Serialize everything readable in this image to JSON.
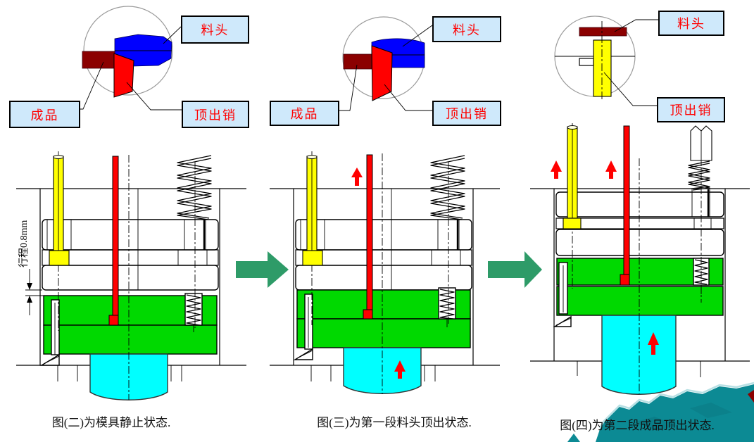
{
  "panels": [
    {
      "caption": "图(二)为模具静止状态.",
      "labels": {
        "material_head": "料头",
        "product": "成品",
        "ejector_pin": "顶出销"
      }
    },
    {
      "caption": "图(三)为第一段料头顶出状态.",
      "labels": {
        "material_head": "料头",
        "product": "成品",
        "ejector_pin": "顶出销"
      }
    },
    {
      "caption": "图(四)为第二段成品顶出状态.",
      "labels": {
        "material_head": "料头",
        "ejector_pin": "顶出销"
      }
    }
  ],
  "dimension": {
    "label": "行程0.8mm"
  },
  "colors": {
    "label_box_fill": "#cfe9fb",
    "label_text_red": "#ff0000",
    "runner_blue": "#0000ff",
    "product_maroon": "#8b0000",
    "pin_red": "#ff0000",
    "pin_yellow": "#ffff00",
    "plate_green": "#00d900",
    "cylinder_cyan": "#00ffff",
    "step_arrow_green": "#2e9b68",
    "motion_arrow_red": "#ff0000",
    "decoration_teal": "#0c8a94"
  }
}
